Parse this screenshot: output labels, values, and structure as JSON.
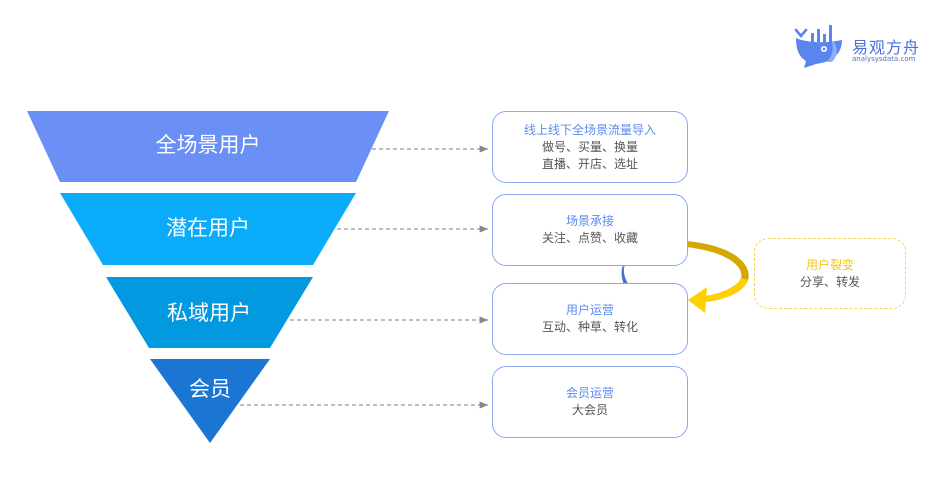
{
  "logo": {
    "name": "易观方舟",
    "url": "analysysdata.com",
    "icon": "whale-bar-chart-icon",
    "color": "#5b84f0"
  },
  "funnel": {
    "layers": [
      {
        "label": "全场景用户",
        "color": "#6a8ff5"
      },
      {
        "label": "潜在用户",
        "color": "#0aacfa"
      },
      {
        "label": "私域用户",
        "color": "#0399e0"
      },
      {
        "label": "会员",
        "color": "#1b75d2"
      }
    ]
  },
  "stages": [
    {
      "title": "线上线下全场景流量导入",
      "lines": [
        "做号、买量、换量",
        "直播、开店、选址"
      ]
    },
    {
      "title": "场景承接",
      "lines": [
        "关注、点赞、收藏"
      ]
    },
    {
      "title": "用户运营",
      "lines": [
        "互动、种草、转化"
      ]
    },
    {
      "title": "会员运营",
      "lines": [
        "大会员"
      ]
    }
  ],
  "referral": {
    "title": "用户裂变",
    "lines": [
      "分享、转发"
    ],
    "accent": "#f5c518"
  },
  "connector_color": "#999999",
  "loop_colors": {
    "blue_light": "#6a8ff5",
    "blue_dark": "#4f6ecb",
    "yellow_light": "#ffd000",
    "yellow_dark": "#c9a200"
  }
}
